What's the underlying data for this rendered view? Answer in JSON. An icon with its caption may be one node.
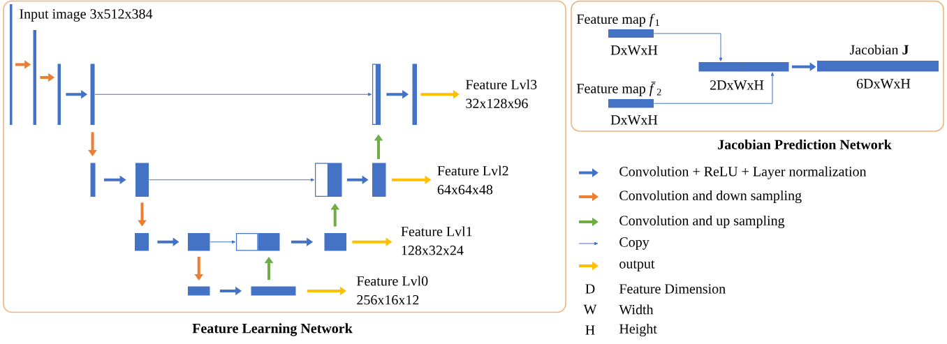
{
  "diagram": {
    "nodes": [
      {
        "text": [
          "Feature Learning Network"
        ]
      },
      {
        "text": [],
        "shape": "bar",
        "in": 0,
        "beside": [
          "Input image 3x512x384"
        ]
      },
      {
        "text": [],
        "shape": "bar",
        "in": 0
      },
      {
        "text": [],
        "shape": "bar",
        "in": 0
      },
      {
        "text": [],
        "shape": "bar",
        "in": 0
      },
      {
        "text": [],
        "shape": "box",
        "in": 0
      },
      {
        "text": [],
        "shape": "bar",
        "in": 0
      },
      {
        "text": [],
        "shape": "bar",
        "in": 0
      },
      {
        "text": [
          "Feature Lvl3",
          "32x128x96"
        ],
        "in": 0
      },
      {
        "text": [],
        "shape": "bar",
        "in": 0
      },
      {
        "text": [],
        "shape": "bar",
        "in": 0
      },
      {
        "text": [],
        "shape": "box",
        "in": 0
      },
      {
        "text": [],
        "shape": "bar",
        "in": 0
      },
      {
        "text": [],
        "shape": "bar",
        "in": 0
      },
      {
        "text": [
          "Feature Lvl2",
          "64x64x48"
        ],
        "in": 0
      },
      {
        "text": [],
        "shape": "bar",
        "in": 0
      },
      {
        "text": [],
        "shape": "bar",
        "in": 0
      },
      {
        "text": [],
        "shape": "box",
        "in": 0
      },
      {
        "text": [],
        "shape": "bar",
        "in": 0
      },
      {
        "text": [],
        "shape": "bar",
        "in": 0
      },
      {
        "text": [
          "Feature Lvl1",
          "128x32x24"
        ],
        "in": 0
      },
      {
        "text": [],
        "shape": "bar",
        "in": 0
      },
      {
        "text": [],
        "shape": "bar",
        "in": 0
      },
      {
        "text": [
          "Feature Lvl0",
          "256x16x12"
        ],
        "in": 0
      },
      {
        "text": [
          "Jacobian Prediction Network"
        ]
      },
      {
        "text": [
          "Feature map *f*$_{1}$",
          "DxWxH"
        ],
        "in": 24
      },
      {
        "text": [
          "Feature map *f̄*$_{2}$",
          "DxWxH"
        ],
        "in": 24
      },
      {
        "text": [
          "2DxWxH"
        ],
        "in": 24
      },
      {
        "text": [],
        "shape": "bar",
        "in": 24,
        "beside": [
          "Jacobian **J**",
          "6DxWxH"
        ]
      }
    ],
    "edges": [
      {
        "from": 1,
        "to": 2,
        "arrow": "to",
        "color": "#ed7d31"
      },
      {
        "from": 2,
        "to": 3,
        "arrow": "to",
        "color": "#ed7d31"
      },
      {
        "from": 3,
        "to": 4,
        "arrow": "to"
      },
      {
        "from": 4,
        "to": 5,
        "arrow": "to"
      },
      {
        "from": 6,
        "to": 7,
        "arrow": "to"
      },
      {
        "from": 7,
        "to": 8,
        "arrow": "to",
        "color": "#ffc000"
      },
      {
        "from": 4,
        "to": 9,
        "arrow": "to",
        "color": "#ed7d31"
      },
      {
        "from": 9,
        "to": 10,
        "arrow": "to"
      },
      {
        "from": 10,
        "to": 11,
        "arrow": "to"
      },
      {
        "from": 12,
        "to": 13,
        "arrow": "to"
      },
      {
        "from": 13,
        "to": 6,
        "arrow": "to",
        "color": "#70ad47"
      },
      {
        "from": 13,
        "to": 14,
        "arrow": "to",
        "color": "#ffc000"
      },
      {
        "from": 10,
        "to": 15,
        "arrow": "to",
        "color": "#ed7d31"
      },
      {
        "from": 15,
        "to": 16,
        "arrow": "to"
      },
      {
        "from": 16,
        "to": 17,
        "arrow": "to"
      },
      {
        "from": 18,
        "to": 19,
        "arrow": "to"
      },
      {
        "from": 19,
        "to": 12,
        "arrow": "to",
        "color": "#70ad47"
      },
      {
        "from": 19,
        "to": 20,
        "arrow": "to",
        "color": "#ffc000"
      },
      {
        "from": 16,
        "to": 21,
        "arrow": "to",
        "color": "#ed7d31"
      },
      {
        "from": 21,
        "to": 22,
        "arrow": "to"
      },
      {
        "from": 22,
        "to": 18,
        "arrow": "to",
        "color": "#70ad47"
      },
      {
        "from": 22,
        "to": 23,
        "arrow": "to",
        "color": "#ffc000"
      },
      {
        "from": 25,
        "to": 27,
        "arrow": "to"
      },
      {
        "from": 26,
        "to": 27,
        "arrow": "to"
      },
      {
        "from": 27,
        "to": 28,
        "arrow": "to"
      }
    ],
    "labels": [
      "D",
      "Feature Dimension",
      "W",
      "Width",
      "H",
      "Height"
    ],
    "legend": [
      {
        "text": "Convolution + ReLU + Layer normalization"
      },
      {
        "text": "Convolution  and down sampling"
      },
      {
        "text": "Convolution  and up sampling"
      },
      {
        "text": "Copy"
      },
      {
        "text": "output"
      }
    ]
  }
}
